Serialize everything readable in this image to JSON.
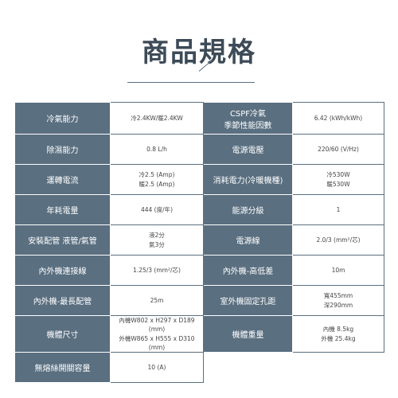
{
  "title": "商品規格",
  "rows": [
    [
      {
        "label": "冷氣能力",
        "value": "冷2.4KW/暖2.4KW"
      },
      {
        "label": "CSPF冷氣\n季節性能因數",
        "value": "6.42 (kWh/kWh)"
      }
    ],
    [
      {
        "label": "除濕能力",
        "value": "0.8 L/h"
      },
      {
        "label": "電源電壓",
        "value": "220/60 (V/Hz)"
      }
    ],
    [
      {
        "label": "運轉電流",
        "value": "冷2.5 (Amp)\n暖2.5 (Amp)"
      },
      {
        "label": "消耗電力(冷暖機種)",
        "value": "冷530W\n暖530W"
      }
    ],
    [
      {
        "label": "年耗電量",
        "value": "444 (度/年)"
      },
      {
        "label": "能源分級",
        "value": "1"
      }
    ],
    [
      {
        "label": "安裝配管 液管/氣管",
        "value": "液2分\n氣3分"
      },
      {
        "label": "電源線",
        "value": "2.0/3 (mm²/芯)"
      }
    ],
    [
      {
        "label": "內外機連接線",
        "value": "1.25/3 (mm²/芯)"
      },
      {
        "label": "內外機-高低差",
        "value": "10m"
      }
    ],
    [
      {
        "label": "內外機-最長配管",
        "value": "25m"
      },
      {
        "label": "室外機固定孔距",
        "value": "寬455mm\n深290mm"
      }
    ],
    [
      {
        "label": "機體尺寸",
        "value": "內機W802 x H297 x D189 (mm)\n外機W865 x H555 x D310 (mm)"
      },
      {
        "label": "機體重量",
        "value": "內機 8.5kg\n外機 25.4kg"
      }
    ],
    [
      {
        "label": "無熔絲開關容量",
        "value": "10 (A)"
      }
    ]
  ]
}
